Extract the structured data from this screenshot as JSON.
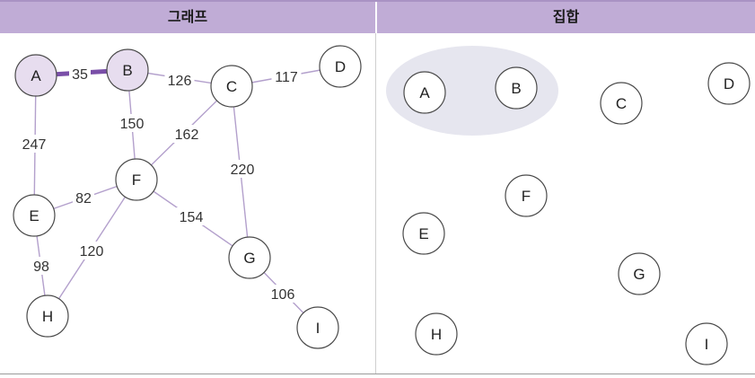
{
  "headers": {
    "graph_title": "그래프",
    "set_title": "집합"
  },
  "colors": {
    "header_bg": "#c0acd6",
    "highlight_fill": "#e7ddef",
    "highlight_edge": "#7a4fa8",
    "set_group_fill": "#e6e6ef",
    "edge": "#b3a0cc",
    "node_stroke": "#4a4a4a"
  },
  "graph": {
    "nodes": [
      {
        "id": "A",
        "label": "A",
        "highlighted": true
      },
      {
        "id": "B",
        "label": "B",
        "highlighted": true
      },
      {
        "id": "C",
        "label": "C",
        "highlighted": false
      },
      {
        "id": "D",
        "label": "D",
        "highlighted": false
      },
      {
        "id": "E",
        "label": "E",
        "highlighted": false
      },
      {
        "id": "F",
        "label": "F",
        "highlighted": false
      },
      {
        "id": "G",
        "label": "G",
        "highlighted": false
      },
      {
        "id": "H",
        "label": "H",
        "highlighted": false
      },
      {
        "id": "I",
        "label": "I",
        "highlighted": false
      }
    ],
    "edges": [
      {
        "from": "A",
        "to": "B",
        "weight": "35",
        "highlighted": true
      },
      {
        "from": "B",
        "to": "C",
        "weight": "126",
        "highlighted": false
      },
      {
        "from": "C",
        "to": "D",
        "weight": "117",
        "highlighted": false
      },
      {
        "from": "A",
        "to": "E",
        "weight": "247",
        "highlighted": false
      },
      {
        "from": "B",
        "to": "F",
        "weight": "150",
        "highlighted": false
      },
      {
        "from": "C",
        "to": "F",
        "weight": "162",
        "highlighted": false
      },
      {
        "from": "C",
        "to": "G",
        "weight": "220",
        "highlighted": false
      },
      {
        "from": "E",
        "to": "F",
        "weight": "82",
        "highlighted": false
      },
      {
        "from": "F",
        "to": "G",
        "weight": "154",
        "highlighted": false
      },
      {
        "from": "E",
        "to": "H",
        "weight": "98",
        "highlighted": false
      },
      {
        "from": "F",
        "to": "H",
        "weight": "120",
        "highlighted": false
      },
      {
        "from": "G",
        "to": "I",
        "weight": "106",
        "highlighted": false
      }
    ]
  },
  "set": {
    "groups": [
      [
        "A",
        "B"
      ]
    ],
    "nodes": [
      "A",
      "B",
      "C",
      "D",
      "E",
      "F",
      "G",
      "H",
      "I"
    ]
  }
}
